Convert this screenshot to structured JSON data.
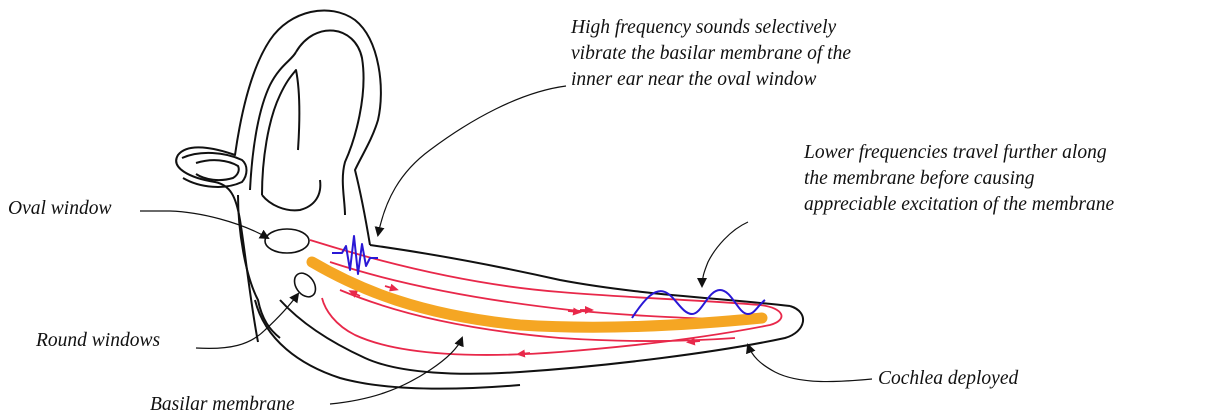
{
  "colors": {
    "outline": "#111111",
    "fluid_path": "#e8284a",
    "basilar_membrane": "#f5a623",
    "wave": "#2a18d6",
    "background": "#ffffff"
  },
  "labels": {
    "oval_window": "Oval window",
    "round_windows": "Round windows",
    "basilar_membrane": "Basilar membrane",
    "cochlea_deployed": "Cochlea deployed"
  },
  "annotations": {
    "high_frequency": [
      "High frequency sounds selectively",
      "vibrate the basilar membrane of the",
      "inner ear near the oval window"
    ],
    "low_frequency": [
      "Lower frequencies travel further along",
      "the membrane before causing",
      "appreciable excitation of the membrane"
    ]
  }
}
